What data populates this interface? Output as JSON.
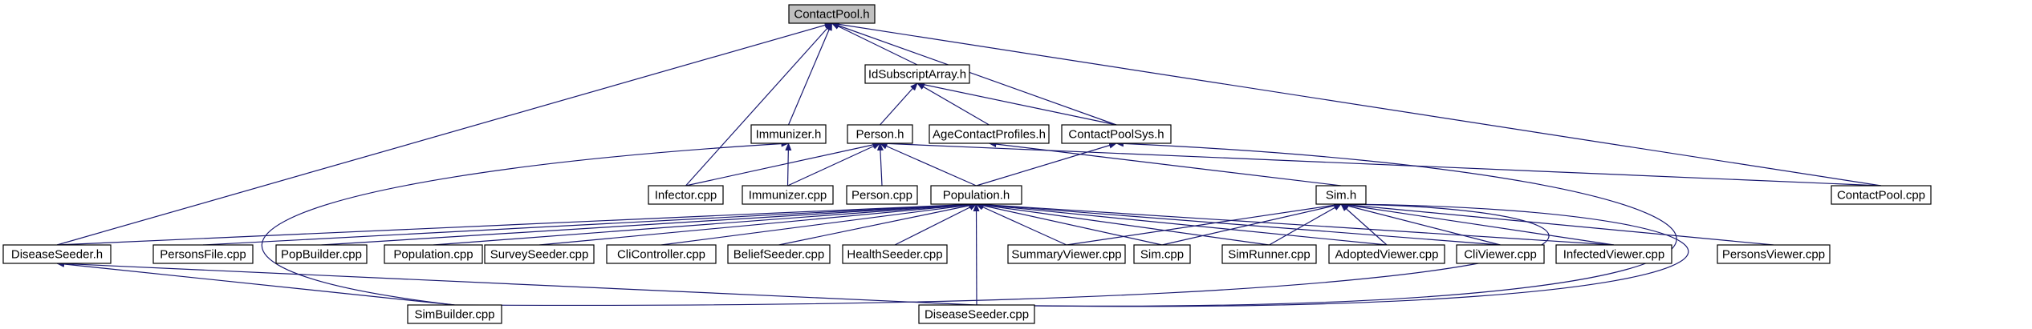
{
  "title": "ContactPool.h",
  "colors": {
    "edge": "#191970",
    "root_fill": "#c0c0c0",
    "node_fill": "#ffffff",
    "border": "#000000"
  },
  "nodes": [
    {
      "id": "contactpool_h",
      "label": "ContactPool.h",
      "root": true
    },
    {
      "id": "idsubscriptarray_h",
      "label": "IdSubscriptArray.h"
    },
    {
      "id": "immunizer_h",
      "label": "Immunizer.h"
    },
    {
      "id": "person_h",
      "label": "Person.h"
    },
    {
      "id": "agecontactprofiles_h",
      "label": "AgeContactProfiles.h"
    },
    {
      "id": "contactpoolsys_h",
      "label": "ContactPoolSys.h"
    },
    {
      "id": "infector_cpp",
      "label": "Infector.cpp"
    },
    {
      "id": "immunizer_cpp",
      "label": "Immunizer.cpp"
    },
    {
      "id": "person_cpp",
      "label": "Person.cpp"
    },
    {
      "id": "population_h",
      "label": "Population.h"
    },
    {
      "id": "sim_h",
      "label": "Sim.h"
    },
    {
      "id": "contactpool_cpp",
      "label": "ContactPool.cpp"
    },
    {
      "id": "diseaseseeder_h",
      "label": "DiseaseSeeder.h"
    },
    {
      "id": "personsfile_cpp",
      "label": "PersonsFile.cpp"
    },
    {
      "id": "popbuilder_cpp",
      "label": "PopBuilder.cpp"
    },
    {
      "id": "population_cpp",
      "label": "Population.cpp"
    },
    {
      "id": "surveyseeder_cpp",
      "label": "SurveySeeder.cpp"
    },
    {
      "id": "clicontroller_cpp",
      "label": "CliController.cpp"
    },
    {
      "id": "beliefseeder_cpp",
      "label": "BeliefSeeder.cpp"
    },
    {
      "id": "healthseeder_cpp",
      "label": "HealthSeeder.cpp"
    },
    {
      "id": "summaryviewer_cpp",
      "label": "SummaryViewer.cpp"
    },
    {
      "id": "sim_cpp",
      "label": "Sim.cpp"
    },
    {
      "id": "simrunner_cpp",
      "label": "SimRunner.cpp"
    },
    {
      "id": "adoptedviewer_cpp",
      "label": "AdoptedViewer.cpp"
    },
    {
      "id": "cliviewer_cpp",
      "label": "CliViewer.cpp"
    },
    {
      "id": "infectedviewer_cpp",
      "label": "InfectedViewer.cpp"
    },
    {
      "id": "personsviewer_cpp",
      "label": "PersonsViewer.cpp"
    },
    {
      "id": "simbuilder_cpp",
      "label": "SimBuilder.cpp"
    },
    {
      "id": "diseaseseeder_cpp",
      "label": "DiseaseSeeder.cpp"
    }
  ],
  "edges": [
    [
      "idsubscriptarray_h",
      "contactpool_h"
    ],
    [
      "immunizer_h",
      "contactpool_h"
    ],
    [
      "infector_cpp",
      "contactpool_h"
    ],
    [
      "diseaseseeder_h",
      "contactpool_h"
    ],
    [
      "contactpoolsys_h",
      "contactpool_h"
    ],
    [
      "contactpool_cpp",
      "contactpool_h"
    ],
    [
      "person_h",
      "idsubscriptarray_h"
    ],
    [
      "agecontactprofiles_h",
      "idsubscriptarray_h"
    ],
    [
      "contactpoolsys_h",
      "idsubscriptarray_h"
    ],
    [
      "immunizer_cpp",
      "immunizer_h"
    ],
    [
      "infector_cpp",
      "person_h"
    ],
    [
      "immunizer_cpp",
      "person_h"
    ],
    [
      "person_cpp",
      "person_h"
    ],
    [
      "population_h",
      "person_h"
    ],
    [
      "contactpool_cpp",
      "person_h"
    ],
    [
      "population_h",
      "contactpoolsys_h"
    ],
    [
      "diseaseseeder_cpp",
      "contactpoolsys_h"
    ],
    [
      "sim_h",
      "agecontactprofiles_h"
    ],
    [
      "diseaseseeder_h",
      "population_h"
    ],
    [
      "personsfile_cpp",
      "population_h"
    ],
    [
      "popbuilder_cpp",
      "population_h"
    ],
    [
      "population_cpp",
      "population_h"
    ],
    [
      "surveyseeder_cpp",
      "population_h"
    ],
    [
      "clicontroller_cpp",
      "population_h"
    ],
    [
      "beliefseeder_cpp",
      "population_h"
    ],
    [
      "healthseeder_cpp",
      "population_h"
    ],
    [
      "summaryviewer_cpp",
      "population_h"
    ],
    [
      "sim_cpp",
      "population_h"
    ],
    [
      "simrunner_cpp",
      "population_h"
    ],
    [
      "adoptedviewer_cpp",
      "population_h"
    ],
    [
      "cliviewer_cpp",
      "population_h"
    ],
    [
      "infectedviewer_cpp",
      "population_h"
    ],
    [
      "diseaseseeder_cpp",
      "population_h"
    ],
    [
      "simbuilder_cpp",
      "immunizer_h"
    ],
    [
      "summaryviewer_cpp",
      "sim_h"
    ],
    [
      "sim_cpp",
      "sim_h"
    ],
    [
      "simrunner_cpp",
      "sim_h"
    ],
    [
      "adoptedviewer_cpp",
      "sim_h"
    ],
    [
      "cliviewer_cpp",
      "sim_h"
    ],
    [
      "infectedviewer_cpp",
      "sim_h"
    ],
    [
      "personsviewer_cpp",
      "sim_h"
    ],
    [
      "simbuilder_cpp",
      "sim_h"
    ],
    [
      "diseaseseeder_cpp",
      "sim_h"
    ],
    [
      "simbuilder_cpp",
      "diseaseseeder_h"
    ],
    [
      "diseaseseeder_cpp",
      "diseaseseeder_h"
    ]
  ]
}
